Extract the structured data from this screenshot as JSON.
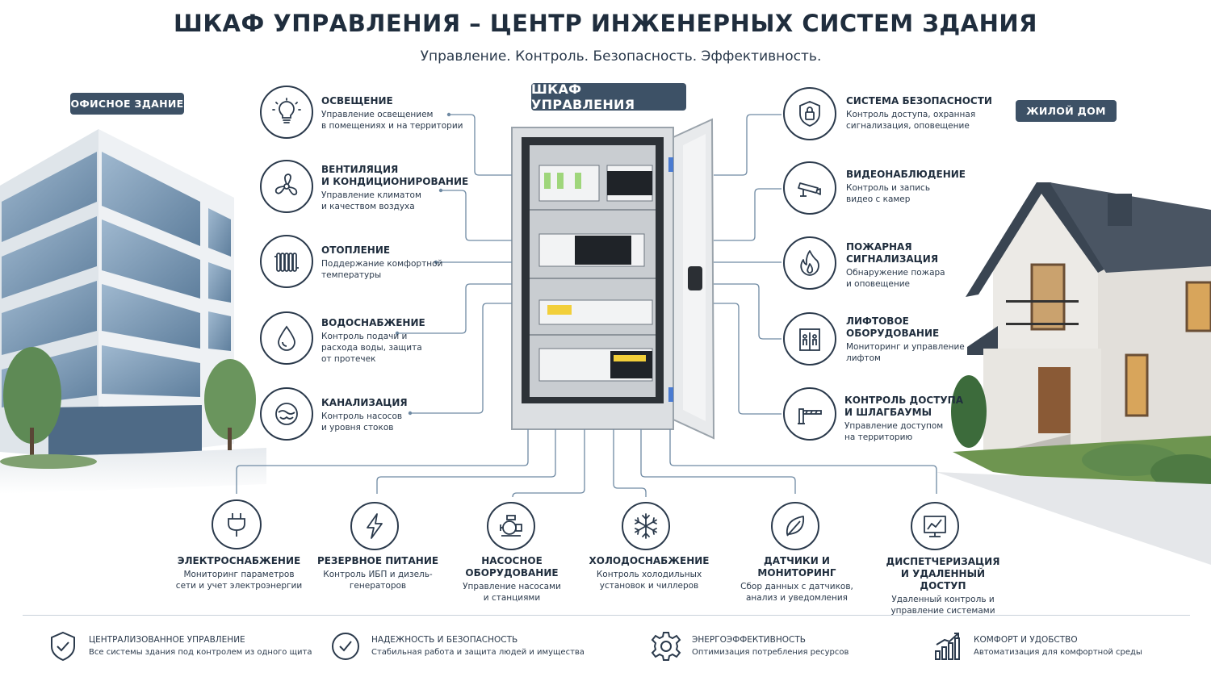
{
  "title": "ШКАФ УПРАВЛЕНИЯ – ЦЕНТР ИНЖЕНЕРНЫХ СИСТЕМ ЗДАНИЯ",
  "subtitle": "Управление. Контроль. Безопасность. Эффективность.",
  "labels": {
    "office": "ОФИСНОЕ ЗДАНИЕ",
    "cabinet": "ШКАФ УПРАВЛЕНИЯ",
    "house": "ЖИЛОЙ ДОМ"
  },
  "left_features": [
    {
      "title": "ОСВЕЩЕНИЕ",
      "desc": "Управление освещением\nв помещениях и на территории",
      "icon": "lightbulb-icon"
    },
    {
      "title": "ВЕНТИЛЯЦИЯ\nИ КОНДИЦИОНИРОВАНИЕ",
      "desc": "Управление климатом\nи качеством воздуха",
      "icon": "fan-icon"
    },
    {
      "title": "ОТОПЛЕНИЕ",
      "desc": "Поддержание комфортной\nтемпературы",
      "icon": "radiator-icon"
    },
    {
      "title": "ВОДОСНАБЖЕНИЕ",
      "desc": "Контроль подачи и\nрасхода воды, защита\nот протечек",
      "icon": "water-drop-icon"
    },
    {
      "title": "КАНАЛИЗАЦИЯ",
      "desc": "Контроль насосов\nи уровня стоков",
      "icon": "sewage-icon"
    }
  ],
  "right_features": [
    {
      "title": "СИСТЕМА БЕЗОПАСНОСТИ",
      "desc": "Контроль доступа, охранная\nсигнализация, оповещение",
      "icon": "shield-lock-icon"
    },
    {
      "title": "ВИДЕОНАБЛЮДЕНИЕ",
      "desc": "Контроль и запись\nвидео с камер",
      "icon": "cctv-camera-icon"
    },
    {
      "title": "ПОЖАРНАЯ\nСИГНАЛИЗАЦИЯ",
      "desc": "Обнаружение пожара\nи оповещение",
      "icon": "flame-icon"
    },
    {
      "title": "ЛИФТОВОЕ\nОБОРУДОВАНИЕ",
      "desc": "Мониторинг и управление\nлифтом",
      "icon": "elevator-icon"
    },
    {
      "title": "КОНТРОЛЬ ДОСТУПА\nИ ШЛАГБАУМЫ",
      "desc": "Управление доступом\nна территорию",
      "icon": "barrier-icon"
    }
  ],
  "bottom_features": [
    {
      "title": "ЭЛЕКТРОСНАБЖЕНИЕ",
      "desc": "Мониторинг параметров\nсети и учет электроэнергии",
      "icon": "plug-icon"
    },
    {
      "title": "РЕЗЕРВНОЕ ПИТАНИЕ",
      "desc": "Контроль ИБП и дизель-\nгенераторов",
      "icon": "lightning-icon"
    },
    {
      "title": "НАСОСНОЕ\nОБОРУДОВАНИЕ",
      "desc": "Управление насосами\nи станциями",
      "icon": "pump-icon"
    },
    {
      "title": "ХОЛОДОСНАБЖЕНИЕ",
      "desc": "Контроль холодильных\nустановок и чиллеров",
      "icon": "snowflake-icon"
    },
    {
      "title": "ДАТЧИКИ И МОНИТОРИНГ",
      "desc": "Сбор данных с датчиков,\nанализ и уведомления",
      "icon": "leaf-sensor-icon"
    },
    {
      "title": "ДИСПЕТЧЕРИЗАЦИЯ\nИ УДАЛЕННЫЙ ДОСТУП",
      "desc": "Удаленный контроль и\nуправление системами",
      "icon": "monitor-chart-icon"
    }
  ],
  "benefits": [
    {
      "title": "ЦЕНТРАЛИЗОВАННОЕ УПРАВЛЕНИЕ",
      "desc": "Все системы здания под контролем из одного щита",
      "icon": "shield-check-icon"
    },
    {
      "title": "НАДЕЖНОСТЬ И БЕЗОПАСНОСТЬ",
      "desc": "Стабильная работа и защита людей и имущества",
      "icon": "check-circle-icon"
    },
    {
      "title": "ЭНЕРГОЭФФЕКТИВНОСТЬ",
      "desc": "Оптимизация потребления ресурсов",
      "icon": "gear-icon"
    },
    {
      "title": "КОМФОРТ И УДОБСТВО",
      "desc": "Автоматизация для комфортной среды",
      "icon": "bar-growth-icon"
    }
  ],
  "colors": {
    "navy": "#2b3a4c",
    "tag_bg": "#3d5166",
    "connector": "#6f8aa3"
  }
}
